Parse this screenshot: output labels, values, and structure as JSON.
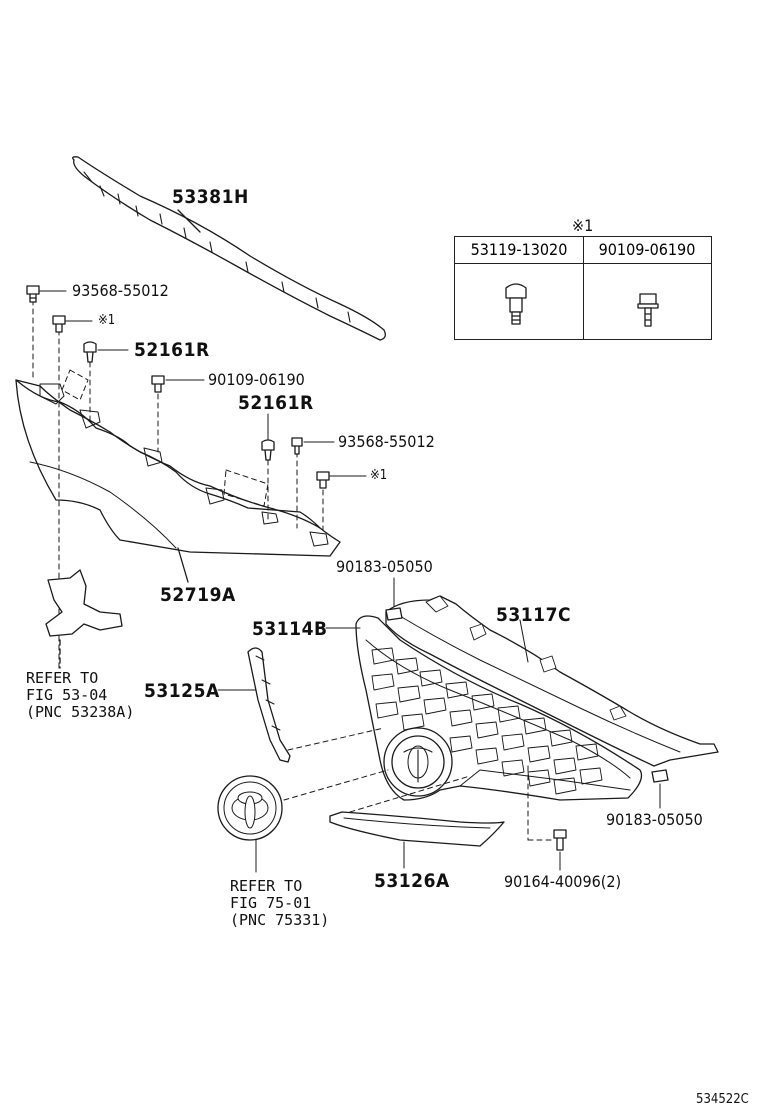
{
  "parts": {
    "p53381H": "53381H",
    "p93568_55012_a": "93568-55012",
    "p_note1_a": "※1",
    "p52161R_a": "52161R",
    "p90109_06190_a": "90109-06190",
    "p52161R_b": "52161R",
    "p93568_55012_b": "93568-55012",
    "p_note1_b": "※1",
    "p52719A": "52719A",
    "p90183_05050_a": "90183-05050",
    "p53117C": "53117C",
    "p53114B": "53114B",
    "p53125A": "53125A",
    "p90183_05050_b": "90183-05050",
    "p53126A": "53126A",
    "p90164_40096": "90164-40096(2)"
  },
  "refs": {
    "ref1_line1": "REFER TO",
    "ref1_line2": "FIG 53-04",
    "ref1_line3": "(PNC 53238A)",
    "ref2_line1": "REFER TO",
    "ref2_line2": "FIG 75-01",
    "ref2_line3": "(PNC 75331)"
  },
  "callout": {
    "title": "※1",
    "col1": "53119-13020",
    "col2": "90109-06190"
  },
  "footer_code": "534522C"
}
